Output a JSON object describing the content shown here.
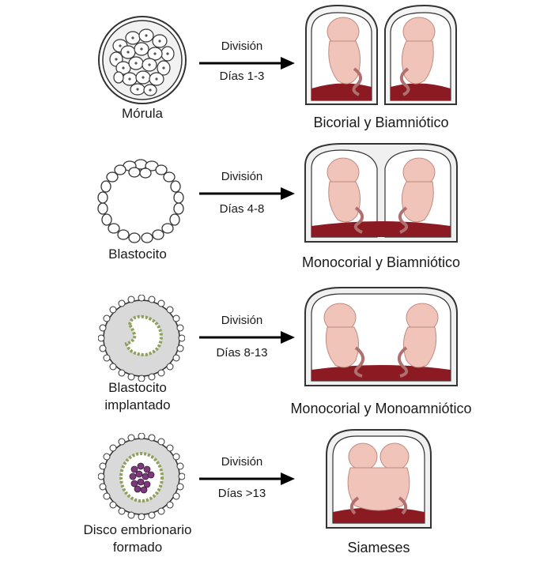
{
  "rows": [
    {
      "stage": "Mórula",
      "arrow_top": "División",
      "arrow_bottom": "Días 1-3",
      "result": "Bicorial y Biamniótico"
    },
    {
      "stage": "Blastocito",
      "arrow_top": "División",
      "arrow_bottom": "Días 4-8",
      "result": "Monocorial y Biamniótico"
    },
    {
      "stage": "Blastocito\nimplantado",
      "arrow_top": "División",
      "arrow_bottom": "Días 8-13",
      "result": "Monocorial y Monoamniótico"
    },
    {
      "stage": "Disco embrionario\nformado",
      "arrow_top": "División",
      "arrow_bottom": "Días >13",
      "result": "Siameses"
    }
  ],
  "colors": {
    "placenta": "#8b1a22",
    "fetus": "#f0c4b8",
    "outline": "#333333",
    "membrane": "#e6e6e6"
  }
}
